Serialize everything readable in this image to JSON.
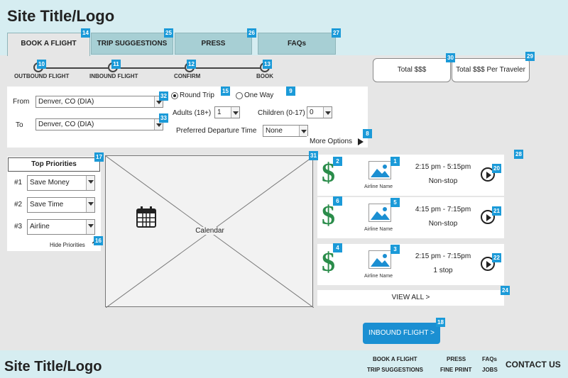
{
  "header": {
    "site_title": "Site Title/Logo",
    "tabs": [
      {
        "label": "BOOK A FLIGHT",
        "badge": "14"
      },
      {
        "label": "TRIP SUGGESTIONS",
        "badge": "25"
      },
      {
        "label": "PRESS",
        "badge": "26"
      },
      {
        "label": "FAQs",
        "badge": "27"
      }
    ]
  },
  "progress": {
    "steps": [
      {
        "label": "OUTBOUND FLIGHT",
        "badge": "10"
      },
      {
        "label": "INBOUND FLIGHT",
        "badge": "11"
      },
      {
        "label": "CONFIRM",
        "badge": "12"
      },
      {
        "label": "BOOK",
        "badge": "13"
      }
    ]
  },
  "totals": {
    "total_label": "Total $$$",
    "total_badge": "30",
    "per_traveler_label": "Total $$$ Per Traveler",
    "per_traveler_badge": "29"
  },
  "search": {
    "from_label": "From",
    "from_value": "Denver, CO (DIA)",
    "from_badge": "32",
    "to_label": "To",
    "to_value": "Denver, CO (DIA)",
    "to_badge": "33",
    "round_trip_label": "Round Trip",
    "round_trip_badge": "15",
    "one_way_label": "One Way",
    "one_way_badge": "9",
    "adults_label": "Adults (18+)",
    "adults_value": "1",
    "children_label": "Children (0-17)",
    "children_value": "0",
    "departure_label": "Preferred Departure Time",
    "departure_value": "None",
    "more_options_label": "More Options",
    "more_options_badge": "8"
  },
  "priorities": {
    "title": "Top Priorities",
    "badge": "17",
    "items": [
      {
        "rank": "#1",
        "value": "Save Money"
      },
      {
        "rank": "#2",
        "value": "Save Time"
      },
      {
        "rank": "#3",
        "value": "Airline"
      }
    ],
    "hide_label": "Hide Priorities",
    "hide_badge": "16"
  },
  "calendar": {
    "label": "Calendar",
    "badge": "31"
  },
  "results": {
    "list_badge": "28",
    "flights": [
      {
        "dollar": "$",
        "price_badge": "2",
        "img_badge": "1",
        "airline": "Airline Name",
        "time": "2:15 pm - 5:15pm",
        "stops": "Non-stop",
        "select_badge": "20"
      },
      {
        "dollar": "$",
        "price_badge": "6",
        "img_badge": "5",
        "airline": "Airline Name",
        "time": "4:15 pm - 7:15pm",
        "stops": "Non-stop",
        "select_badge": "21"
      },
      {
        "dollar": "$",
        "price_badge": "4",
        "img_badge": "3",
        "airline": "Airline Name",
        "time": "2:15 pm - 7:15pm",
        "stops": "1 stop",
        "select_badge": "22"
      }
    ],
    "view_all_label": "VIEW ALL >",
    "view_all_badge": "24"
  },
  "inbound_button": {
    "label": "INBOUND FLIGHT >",
    "badge": "18"
  },
  "footer": {
    "site_title": "Site Title/Logo",
    "links": {
      "book": "BOOK A FLIGHT",
      "trip": "TRIP SUGGESTIONS",
      "press": "PRESS",
      "fine_print": "FINE PRINT",
      "faqs": "FAQs",
      "jobs": "JOBS",
      "contact": "CONTACT US"
    }
  },
  "colors": {
    "header_bg": "#d6edf1",
    "tab_bg": "#a7cfd4",
    "badge": "#1b9ad8",
    "dollar": "#2a8c4a",
    "primary_button": "#1b8fd2"
  }
}
